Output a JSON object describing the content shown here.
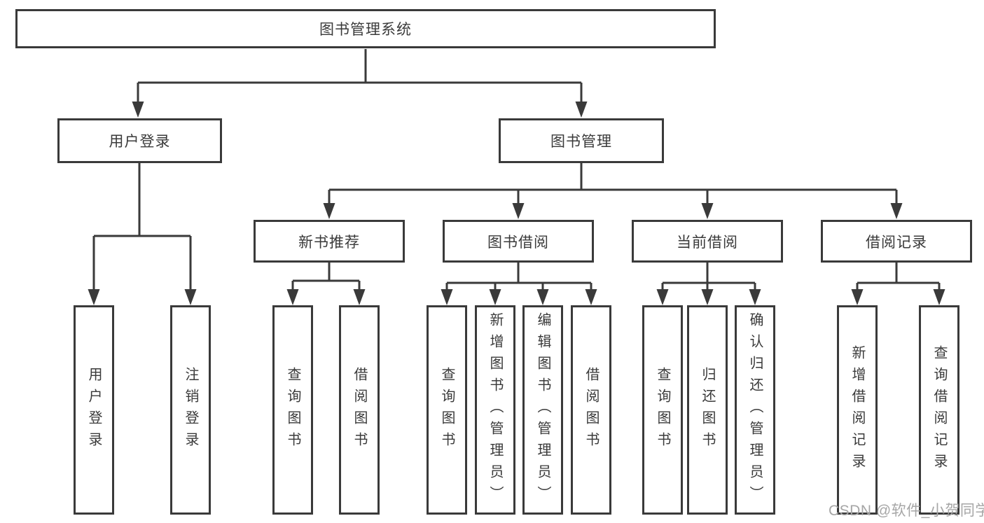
{
  "diagram": {
    "title": "图书管理系统",
    "branches": [
      {
        "label": "用户登录",
        "children": [
          {
            "label": "用户登录"
          },
          {
            "label": "注销登录"
          }
        ]
      },
      {
        "label": "图书管理",
        "children": [
          {
            "label": "新书推荐",
            "children": [
              {
                "label": "查询图书"
              },
              {
                "label": "借阅图书"
              }
            ]
          },
          {
            "label": "图书借阅",
            "children": [
              {
                "label": "查询图书"
              },
              {
                "label": "新增图书（管理员）"
              },
              {
                "label": "编辑图书（管理员）"
              },
              {
                "label": "借阅图书"
              }
            ]
          },
          {
            "label": "当前借阅",
            "children": [
              {
                "label": "查询图书"
              },
              {
                "label": "归还图书"
              },
              {
                "label": "确认归还（管理员）"
              }
            ]
          },
          {
            "label": "借阅记录",
            "children": [
              {
                "label": "新增借阅记录"
              },
              {
                "label": "查询借阅记录"
              }
            ]
          }
        ]
      }
    ]
  },
  "watermark": {
    "text": "CSDN @软件_小贺同学"
  },
  "colors": {
    "line": "#3a3a3a",
    "box_border": "#3a3a3a",
    "text": "#3a3a3a",
    "box_fill": "#ffffff",
    "watermark": "#a6a6a6",
    "background": "#ffffff"
  }
}
